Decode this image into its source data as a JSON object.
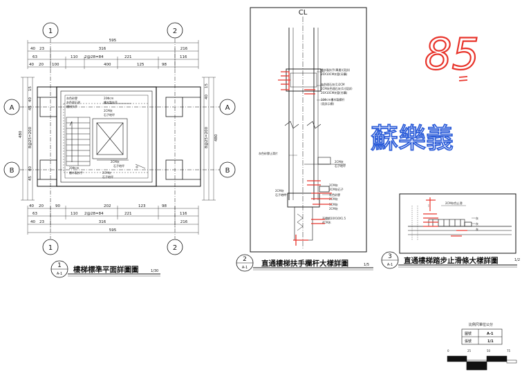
{
  "plan": {
    "grid_cols": [
      "1",
      "2"
    ],
    "grid_rows": [
      "A",
      "B"
    ],
    "dims_top": [
      "595",
      "40",
      "23",
      "316",
      "216",
      "63",
      "110",
      "2@28=84",
      "221",
      "116",
      "40",
      "20",
      "100",
      "400",
      "125",
      "98"
    ],
    "dims_bottom": [
      "40",
      "20",
      "90",
      "202",
      "123",
      "98",
      "63",
      "110",
      "2@28=84",
      "221",
      "116",
      "40",
      "23",
      "316",
      "216",
      "595"
    ],
    "dims_left": [
      "480",
      "8@25=200",
      "15",
      "40",
      "45",
      "40",
      "45"
    ],
    "dims_right": [
      "15",
      "40",
      "8@25=200",
      "480"
    ],
    "notes": [
      "灰色砂膠",
      "灰色理石邊",
      "樓梯扶手",
      "20Φcm",
      "樓木製扶手",
      "2CM灰",
      "石子地坪",
      "2CM灰",
      "石子地坪",
      "20Φcm",
      "樓木製扶手",
      "2CM灰",
      "石子地坪"
    ]
  },
  "section": {
    "cl_label": "CL",
    "notes": [
      "樓木製扶手(單層)(見詳)",
      "20X10CM灰管(另購)",
      "灰色理石灰(1)2CM",
      "2CM灰色理石灰(1)(見詳)",
      "20X10CM灰管(另購)",
      "10Φcm樓木製欄杆",
      "(見詳示欄)",
      "灰色砂膠止滑片",
      "2CM灰",
      "石子地坪",
      "2CM灰",
      "石子地坪",
      "2CM灰",
      "2CM灰石子",
      "灰色砂膠",
      "2CM灰",
      "5CM灰",
      "不鏽鋼10X10X1.5",
      "4CM木",
      "2CM灰"
    ]
  },
  "detail3": {
    "notes": [
      "2CM灰色止滑",
      "灰",
      "灰",
      "灰"
    ]
  },
  "titles": [
    {
      "num": "1",
      "sheet": "A-1",
      "text": "樓梯標準平面詳圖圖",
      "scale": "1/30"
    },
    {
      "num": "2",
      "sheet": "A-1",
      "text": "直通樓梯扶手欄杆大樣詳圖",
      "scale": "1/5"
    },
    {
      "num": "3",
      "sheet": "A-1",
      "text": "直通樓梯踏步止滑條大樣詳圖",
      "scale": "1/2"
    }
  ],
  "titleblock": {
    "heading": "比例尺單位公分",
    "rows": [
      {
        "label": "圖號",
        "value": "A-1"
      },
      {
        "label": "張號",
        "value": "1/1"
      }
    ],
    "scale_ticks": [
      "0",
      "25",
      "50",
      "75"
    ]
  },
  "annotations": {
    "score": "85",
    "name": "蘇樂義"
  },
  "colors": {
    "line": "#111111",
    "red_markup": "#e8332a",
    "handwriting": "#2a5bd8",
    "background": "#ffffff"
  }
}
